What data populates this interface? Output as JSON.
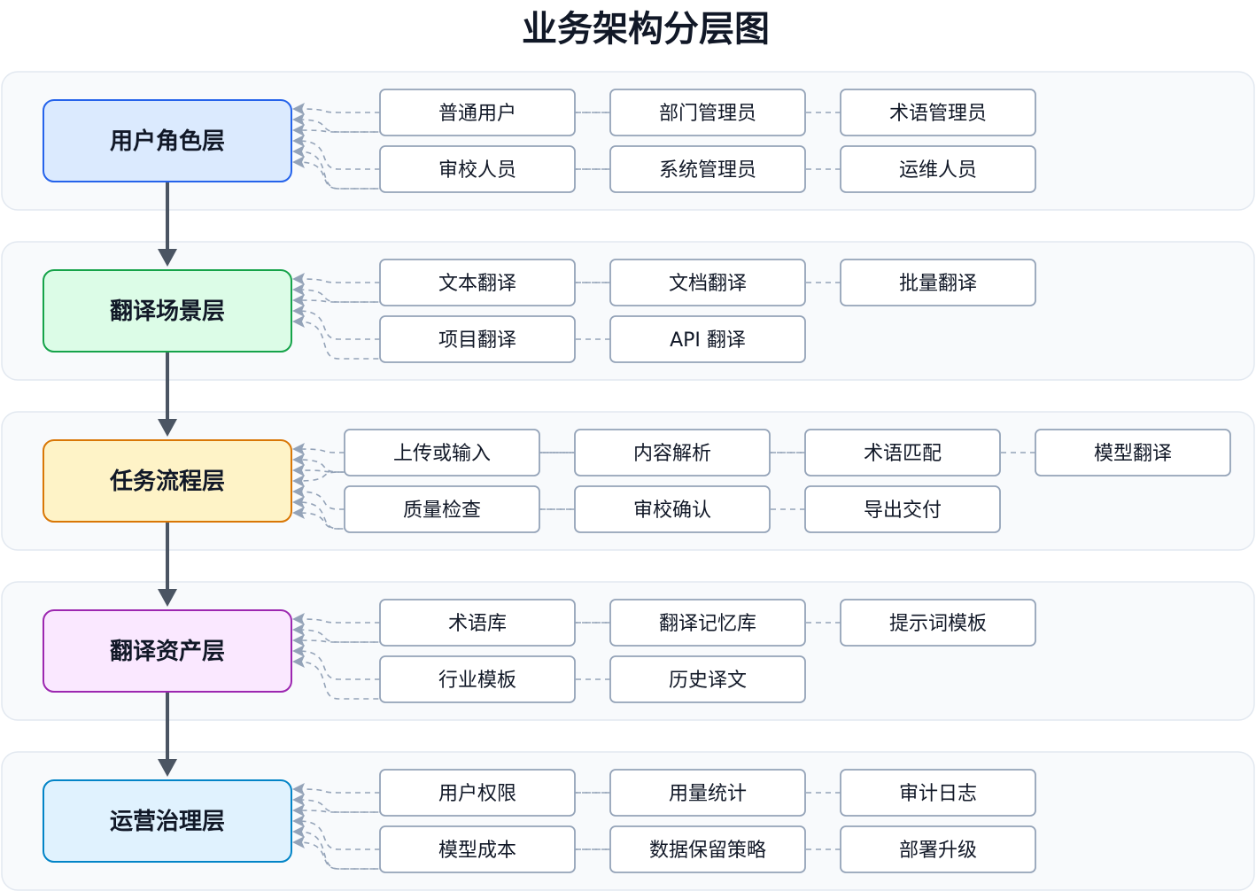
{
  "title": "业务架构分层图",
  "layers": [
    {
      "name": "用户角色层",
      "fill": "#dbeafe",
      "stroke": "#2563eb",
      "items": [
        [
          "普通用户",
          "部门管理员",
          "术语管理员"
        ],
        [
          "审校人员",
          "系统管理员",
          "运维人员"
        ]
      ]
    },
    {
      "name": "翻译场景层",
      "fill": "#dcfce7",
      "stroke": "#16a34a",
      "items": [
        [
          "文本翻译",
          "文档翻译",
          "批量翻译"
        ],
        [
          "项目翻译",
          "API 翻译"
        ]
      ]
    },
    {
      "name": "任务流程层",
      "fill": "#fef3c7",
      "stroke": "#d97706",
      "items": [
        [
          "上传或输入",
          "内容解析",
          "术语匹配",
          "模型翻译"
        ],
        [
          "质量检查",
          "审校确认",
          "导出交付"
        ]
      ]
    },
    {
      "name": "翻译资产层",
      "fill": "#fae8ff",
      "stroke": "#9c27b0",
      "items": [
        [
          "术语库",
          "翻译记忆库",
          "提示词模板"
        ],
        [
          "行业模板",
          "历史译文"
        ]
      ]
    },
    {
      "name": "运营治理层",
      "fill": "#e0f2fe",
      "stroke": "#0284c7",
      "items": [
        [
          "用户权限",
          "用量统计",
          "审计日志"
        ],
        [
          "模型成本",
          "数据保留策略",
          "部署升级"
        ]
      ]
    }
  ]
}
